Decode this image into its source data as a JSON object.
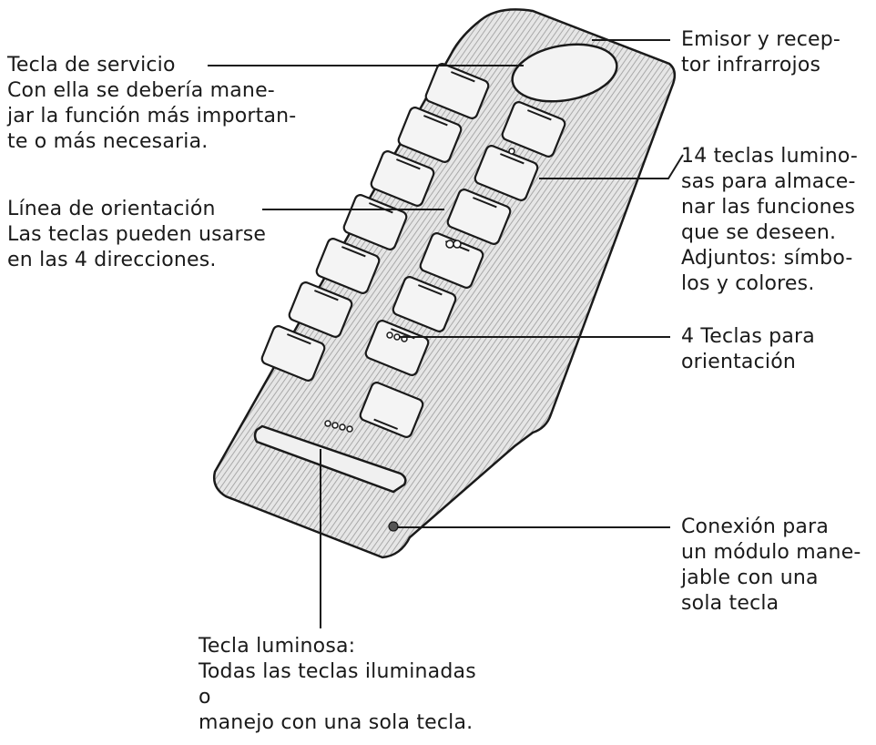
{
  "labels": {
    "service_key": {
      "lines": [
        "Tecla de servicio",
        "Con ella se debería mane-",
        "jar la función más importan-",
        "te o más necesaria."
      ]
    },
    "orientation_line": {
      "lines": [
        "Línea de orientación",
        "Las teclas pueden usarse",
        "en las 4 direcciones."
      ]
    },
    "ir_emitter": {
      "lines": [
        "Emisor y recep-",
        "tor infrarrojos"
      ]
    },
    "light_keys": {
      "lines": [
        "14 teclas lumino-",
        "sas para almace-",
        "nar las funciones",
        "que se deseen.",
        "Adjuntos: símbo-",
        "los y colores."
      ]
    },
    "orientation_keys": {
      "lines": [
        "4 Teclas para",
        "orientación"
      ]
    },
    "connection": {
      "lines": [
        "Conexión para",
        "un módulo mane-",
        "jable con una",
        "sola tecla"
      ]
    },
    "light_key": {
      "lines": [
        "Tecla luminosa:",
        "Todas las teclas iluminadas",
        "o",
        "manejo con una sola tecla."
      ]
    }
  },
  "colors": {
    "ink": "#1a1a1a",
    "body_fill": "#d9d9d9",
    "key_fill": "#f4f4f4"
  }
}
